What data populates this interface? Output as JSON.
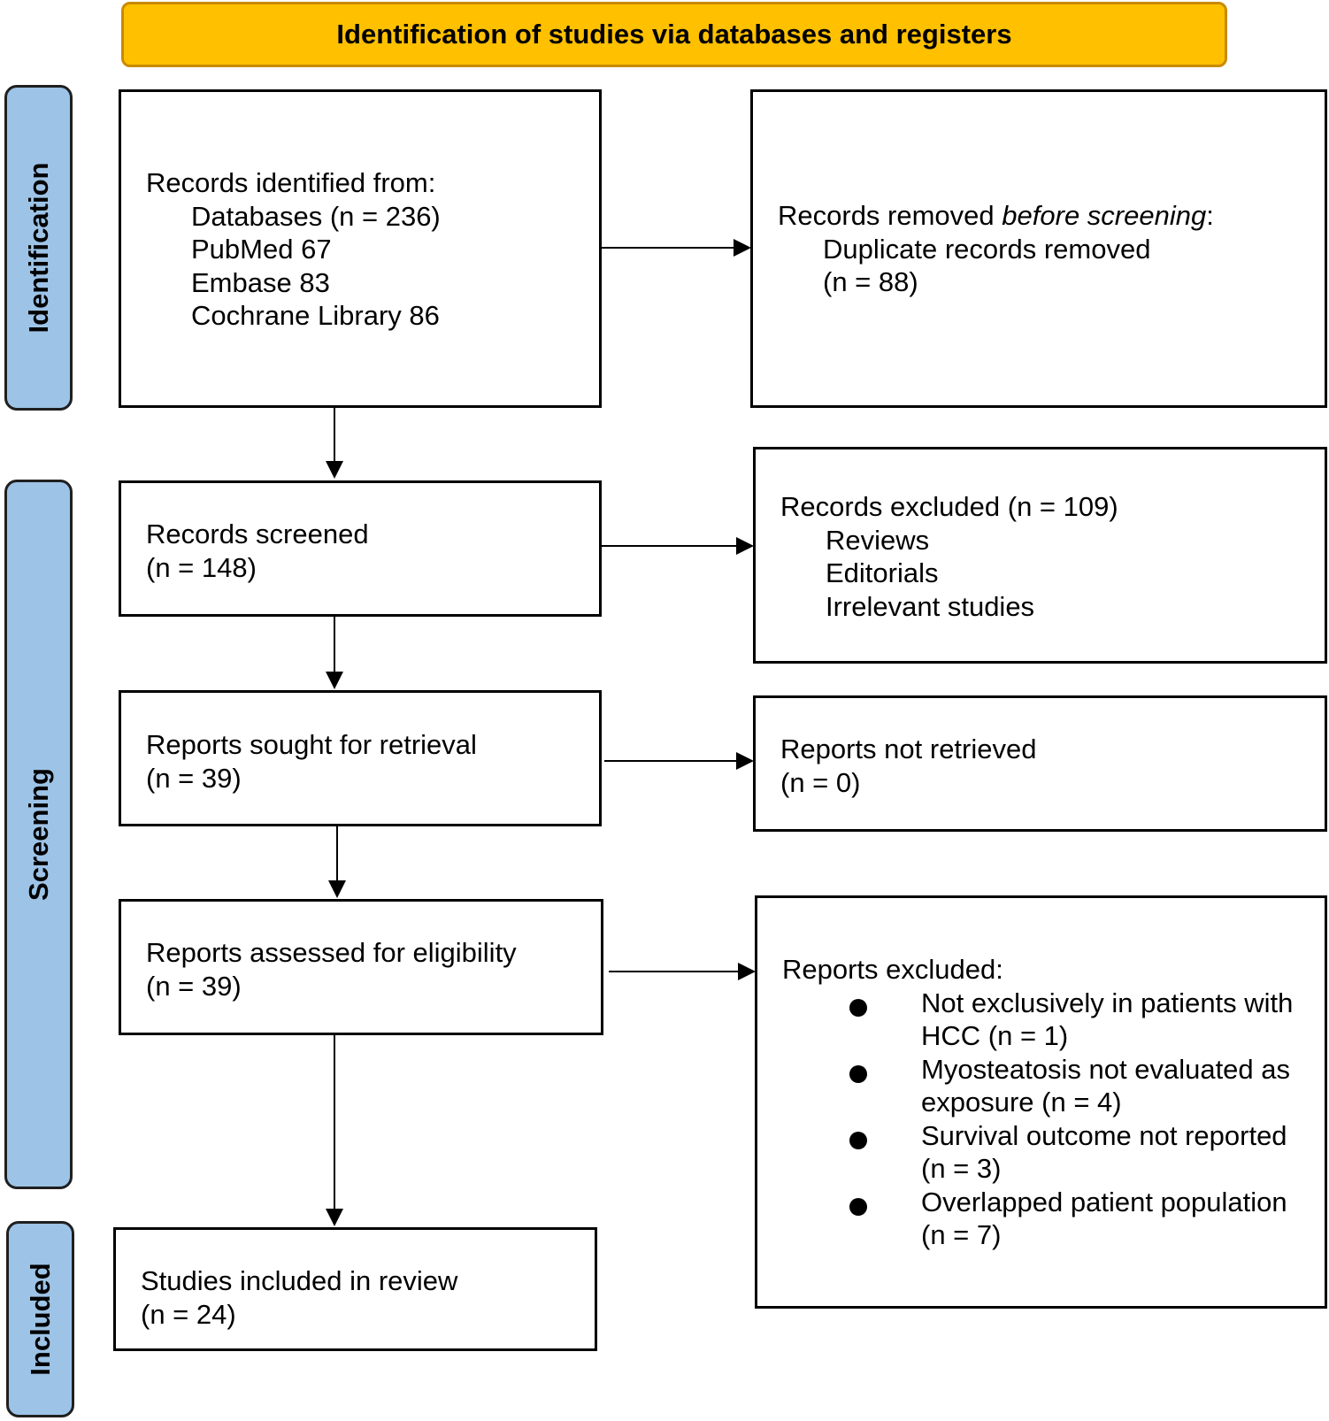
{
  "header": {
    "title": "Identification of studies via databases and registers"
  },
  "phases": {
    "identification": "Identification",
    "screening": "Screening",
    "included": "Included"
  },
  "boxes": {
    "records_identified": {
      "title": "Records identified from:",
      "lines": [
        "Databases (n = 236)",
        "PubMed 67",
        "Embase 83",
        "Cochrane Library 86"
      ]
    },
    "records_removed": {
      "title_prefix": "Records removed ",
      "title_emphasis": "before screening",
      "title_suffix": ":",
      "lines": [
        "Duplicate records removed",
        "(n = 88)"
      ]
    },
    "records_screened": {
      "title": "Records screened",
      "count": "(n = 148)"
    },
    "records_excluded": {
      "title": "Records excluded (n = 109)",
      "lines": [
        "Reviews",
        "Editorials",
        "Irrelevant studies"
      ]
    },
    "reports_sought": {
      "title": "Reports sought for retrieval",
      "count": "(n = 39)"
    },
    "reports_not_retrieved": {
      "title": "Reports not retrieved",
      "count": "(n = 0)"
    },
    "reports_assessed": {
      "title": "Reports assessed for eligibility",
      "count": "(n = 39)"
    },
    "reports_excluded": {
      "title": "Reports excluded:",
      "items": [
        [
          "Not exclusively in patients with",
          "HCC (n = 1)"
        ],
        [
          "Myosteatosis not evaluated as",
          "exposure (n = 4)"
        ],
        [
          "Survival outcome not reported",
          "(n = 3)"
        ],
        [
          "Overlapped patient population",
          "(n = 7)"
        ]
      ]
    },
    "studies_included": {
      "title": "Studies included in review",
      "count": "(n = 24)"
    }
  },
  "colors": {
    "header_fill": "#FFC000",
    "header_border": "#C98A00",
    "phase_fill": "#9DC3E6"
  }
}
